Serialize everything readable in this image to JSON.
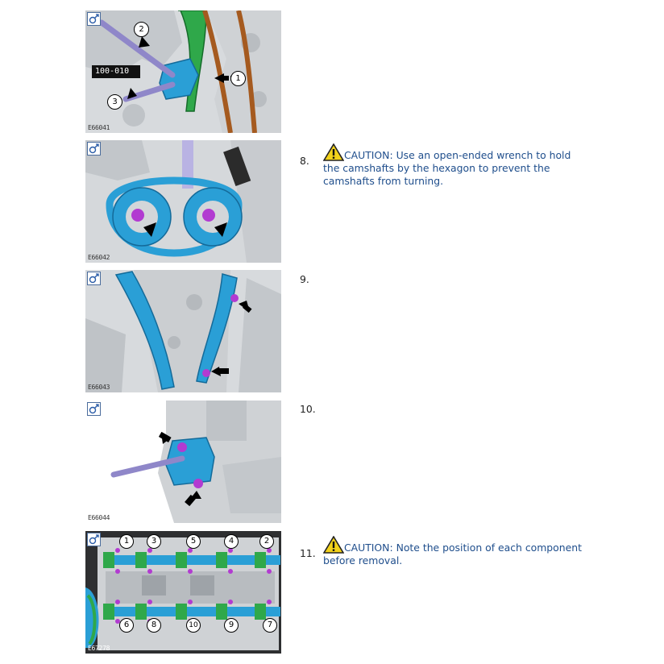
{
  "figures": [
    {
      "id": "E66041",
      "tool_label": "100-010",
      "callouts": [
        "1",
        "2",
        "3"
      ]
    },
    {
      "id": "E66042"
    },
    {
      "id": "E66043"
    },
    {
      "id": "E66044"
    },
    {
      "id": "E67278",
      "callouts_top": [
        "1",
        "3",
        "5",
        "4",
        "2"
      ],
      "callouts_bottom": [
        "6",
        "8",
        "10",
        "9",
        "7"
      ]
    }
  ],
  "steps": [
    {
      "number": "8.",
      "caution_label": "CAUTION:",
      "text": " Use an open-ended wrench to hold the camshafts by the hexagon to prevent the camshafts from turning."
    },
    {
      "number": "9.",
      "text": ""
    },
    {
      "number": "10.",
      "text": ""
    },
    {
      "number": "11.",
      "caution_label": "CAUTION:",
      "text": " Note the position of each component before removal."
    }
  ],
  "colors": {
    "accent_blue": "#2a9fd6",
    "purple": "#b23bd1",
    "green": "#2fa84a",
    "chain_brown": "#a55a1f",
    "text_blue": "#1f4e8c"
  }
}
